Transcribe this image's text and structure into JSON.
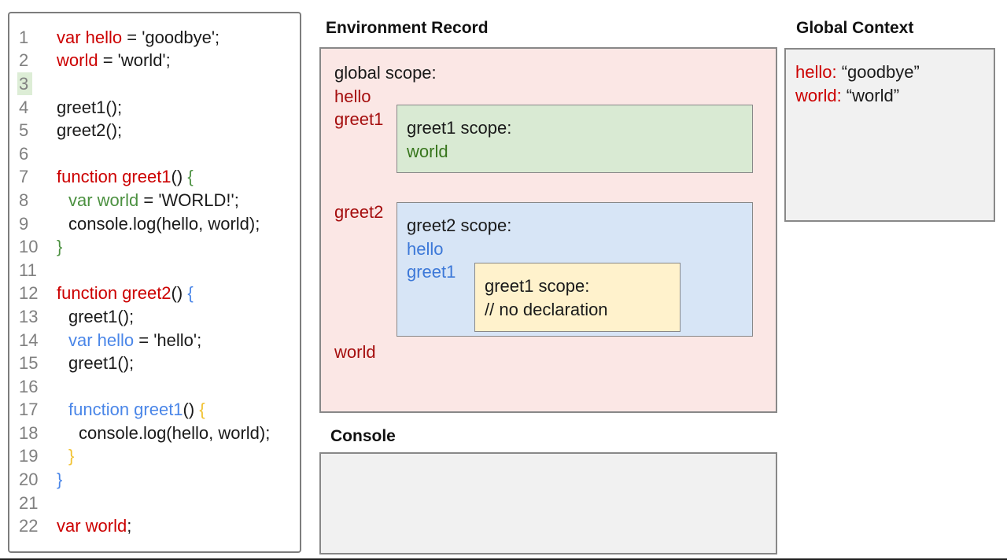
{
  "palette": {
    "black": "#1a1a1a",
    "red": "#cc0000",
    "label_red": "#a50e0e",
    "green": "#4c9141",
    "dark_green": "#38761d",
    "blue": "#4a86e8",
    "box_blue": "#3c78d8",
    "gold": "#f1c232",
    "line_number_gray": "#808080",
    "line3_highlight": "#ddedd6",
    "pink_fill": "#fbe7e5",
    "green_fill": "#d9ead3",
    "blue_fill": "#d7e5f6",
    "yellow_fill": "#fff2cc",
    "gray_fill": "#f1f1f1",
    "border_gray": "#888888"
  },
  "code_panel": {
    "lines": [
      {
        "n": "1",
        "indent": 0,
        "segments": [
          {
            "t": "var hello",
            "c": "r"
          },
          {
            "t": " = 'goodbye';",
            "c": "k"
          }
        ]
      },
      {
        "n": "2",
        "indent": 0,
        "segments": [
          {
            "t": "world",
            "c": "r"
          },
          {
            "t": " = 'world';",
            "c": "k"
          }
        ]
      },
      {
        "n": "3",
        "indent": 0,
        "highlight": true,
        "segments": []
      },
      {
        "n": "4",
        "indent": 0,
        "segments": [
          {
            "t": "greet1();",
            "c": "k"
          }
        ]
      },
      {
        "n": "5",
        "indent": 0,
        "segments": [
          {
            "t": "greet2();",
            "c": "k"
          }
        ]
      },
      {
        "n": "6",
        "indent": 0,
        "segments": []
      },
      {
        "n": "7",
        "indent": 0,
        "segments": [
          {
            "t": "function greet1",
            "c": "r"
          },
          {
            "t": "() ",
            "c": "k"
          },
          {
            "t": "{",
            "c": "g"
          }
        ]
      },
      {
        "n": "8",
        "indent": 1,
        "segments": [
          {
            "t": "var world",
            "c": "g"
          },
          {
            "t": " = 'WORLD!';",
            "c": "k"
          }
        ]
      },
      {
        "n": "9",
        "indent": 1,
        "segments": [
          {
            "t": "console.log(hello, world);",
            "c": "k"
          }
        ]
      },
      {
        "n": "10",
        "indent": 0,
        "segments": [
          {
            "t": "}",
            "c": "g"
          }
        ]
      },
      {
        "n": "11",
        "indent": 0,
        "segments": []
      },
      {
        "n": "12",
        "indent": 0,
        "segments": [
          {
            "t": "function greet2",
            "c": "r"
          },
          {
            "t": "() ",
            "c": "k"
          },
          {
            "t": "{",
            "c": "b"
          }
        ]
      },
      {
        "n": "13",
        "indent": 1,
        "segments": [
          {
            "t": "greet1();",
            "c": "k"
          }
        ]
      },
      {
        "n": "14",
        "indent": 1,
        "segments": [
          {
            "t": "var hello",
            "c": "b"
          },
          {
            "t": " = 'hello';",
            "c": "k"
          }
        ]
      },
      {
        "n": "15",
        "indent": 1,
        "segments": [
          {
            "t": "greet1();",
            "c": "k"
          }
        ]
      },
      {
        "n": "16",
        "indent": 0,
        "segments": []
      },
      {
        "n": "17",
        "indent": 1,
        "segments": [
          {
            "t": "function greet1",
            "c": "b"
          },
          {
            "t": "() ",
            "c": "k"
          },
          {
            "t": "{",
            "c": "y"
          }
        ]
      },
      {
        "n": "18",
        "indent": 2,
        "segments": [
          {
            "t": "console.log(hello, world);",
            "c": "k"
          }
        ]
      },
      {
        "n": "19",
        "indent": 1,
        "segments": [
          {
            "t": "}",
            "c": "y"
          }
        ]
      },
      {
        "n": "20",
        "indent": 0,
        "segments": [
          {
            "t": "}",
            "c": "b"
          }
        ]
      },
      {
        "n": "21",
        "indent": 0,
        "segments": []
      },
      {
        "n": "22",
        "indent": 0,
        "segments": [
          {
            "t": "var world",
            "c": "r"
          },
          {
            "t": ";",
            "c": "k"
          }
        ]
      }
    ]
  },
  "environment_record": {
    "title": "Environment Record",
    "global_scope_label": "global scope:",
    "global_vars": {
      "hello": "hello",
      "greet1": "greet1",
      "greet2": "greet2",
      "world": "world"
    },
    "greet1_scope": {
      "title": "greet1 scope:",
      "var_world": "world"
    },
    "greet2_scope": {
      "title": "greet2 scope:",
      "var_hello": "hello",
      "var_greet1": "greet1",
      "greet1_scope": {
        "title": "greet1 scope:",
        "comment": "// no declaration"
      }
    }
  },
  "console": {
    "title": "Console"
  },
  "global_context": {
    "title": "Global Context",
    "entries": [
      {
        "key": "hello:",
        "value": "“goodbye”"
      },
      {
        "key": "world:",
        "value": "“world”"
      }
    ]
  }
}
